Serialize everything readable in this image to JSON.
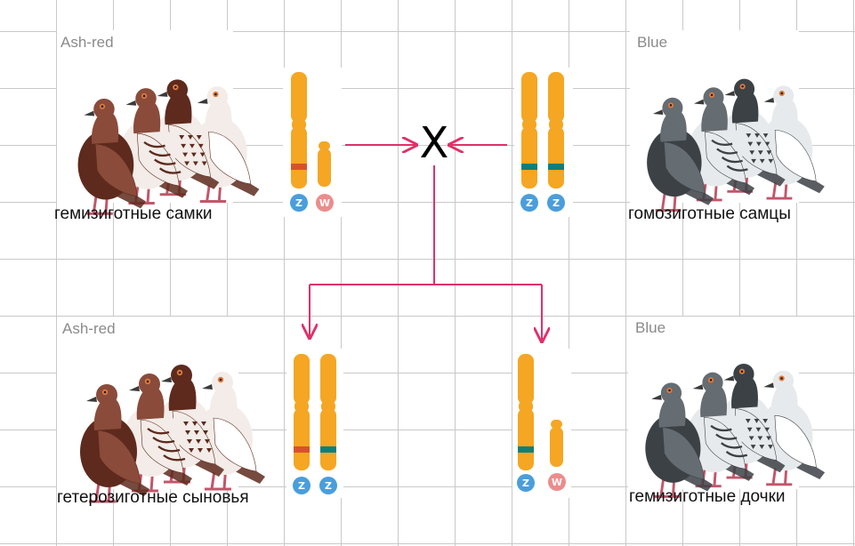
{
  "colors": {
    "ash_red_dark": "#5e2a1d",
    "ash_red_mid": "#8a4b3a",
    "ash_red_light": "#f3ece8",
    "blue_dark": "#3c4145",
    "blue_mid": "#656c72",
    "blue_light": "#e7eaec",
    "chromosome": "#f5a623",
    "band_red": "#d8512d",
    "band_teal": "#0d7f7b",
    "z_badge": "#4a9edb",
    "w_badge": "#ec8c8c",
    "arrow": "#e0306a"
  },
  "parents": {
    "female": {
      "variety": "Ash-red",
      "caption": "гемизиготные самки",
      "chromosomes": [
        {
          "type": "Z",
          "band": "red"
        },
        {
          "type": "W",
          "band": "none"
        }
      ]
    },
    "male": {
      "variety": "Blue",
      "caption": "гомозиготные  самцы",
      "chromosomes": [
        {
          "type": "Z",
          "band": "teal"
        },
        {
          "type": "Z",
          "band": "teal"
        }
      ]
    },
    "cross_symbol": "X"
  },
  "offspring": {
    "sons": {
      "variety": "Ash-red",
      "caption": "гетерозиготные  сыновья",
      "chromosomes": [
        {
          "type": "Z",
          "band": "red"
        },
        {
          "type": "Z",
          "band": "teal"
        }
      ]
    },
    "daughters": {
      "variety": "Blue",
      "caption": "гемизиготные  дочки",
      "chromosomes": [
        {
          "type": "Z",
          "band": "teal"
        },
        {
          "type": "W",
          "band": "none"
        }
      ]
    }
  }
}
